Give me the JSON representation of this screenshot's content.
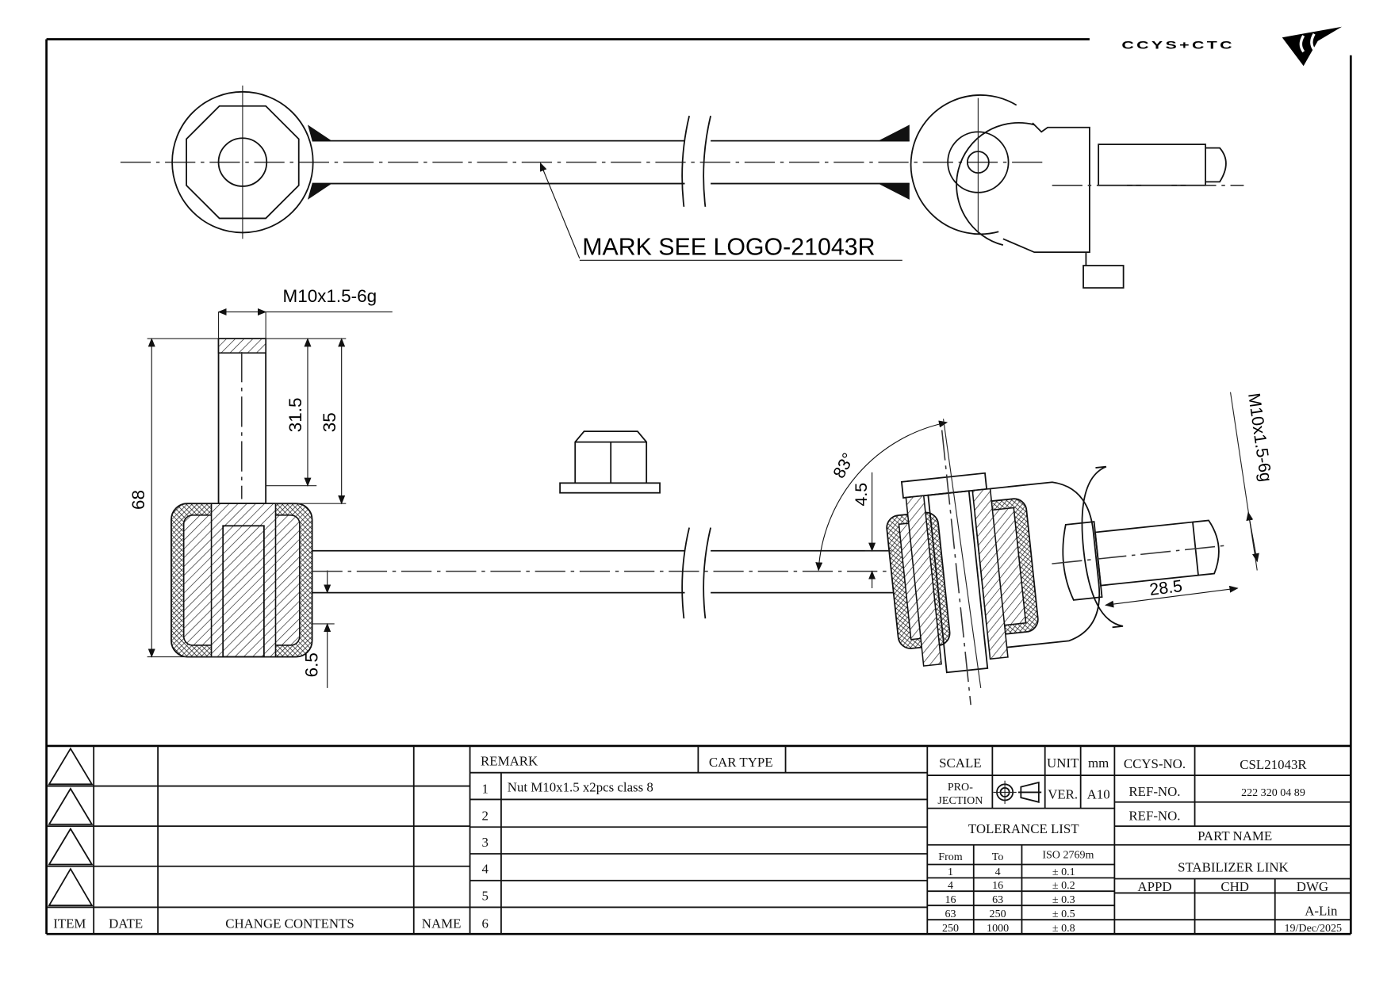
{
  "logo": {
    "text": "CCYS+CTC"
  },
  "drawing": {
    "mark_note": "MARK SEE LOGO-21043R",
    "left_thread": "M10x1.5-6g",
    "dim_31_5": "31.5",
    "dim_35": "35",
    "dim_68": "68",
    "dim_6_5": "6.5",
    "angle": "83°",
    "dim_4_5": "4.5",
    "right_thread": "M10x1.5-6g",
    "dim_28_5": "28.5"
  },
  "revisions": {
    "headers": {
      "item": "ITEM",
      "date": "DATE",
      "contents": "CHANGE CONTENTS",
      "name": "NAME"
    }
  },
  "remarks": {
    "header": "REMARK",
    "car_type_label": "CAR TYPE",
    "car_type_value": "",
    "rows": [
      {
        "num": "1",
        "text": "Nut M10x1.5 x2pcs class 8"
      },
      {
        "num": "2",
        "text": ""
      },
      {
        "num": "3",
        "text": ""
      },
      {
        "num": "4",
        "text": ""
      },
      {
        "num": "5",
        "text": ""
      },
      {
        "num": "6",
        "text": ""
      }
    ]
  },
  "spec": {
    "scale_label": "SCALE",
    "scale_value": "",
    "unit_label": "UNIT",
    "unit_value": "mm",
    "projection_label_1": "PRO-",
    "projection_label_2": "JECTION",
    "ver_label": "VER.",
    "ver_value": "A10"
  },
  "tolerance": {
    "title": "TOLERANCE LIST",
    "headers": {
      "from": "From",
      "to": "To",
      "std": "ISO 2769m"
    },
    "rows": [
      {
        "from": "1",
        "to": "4",
        "tol": "± 0.1"
      },
      {
        "from": "4",
        "to": "16",
        "tol": "± 0.2"
      },
      {
        "from": "16",
        "to": "63",
        "tol": "± 0.3"
      },
      {
        "from": "63",
        "to": "250",
        "tol": "± 0.5"
      },
      {
        "from": "250",
        "to": "1000",
        "tol": "± 0.8"
      }
    ]
  },
  "title_block": {
    "ccys_label": "CCYS-NO.",
    "ccys_value": "CSL21043R",
    "ref1_label": "REF-NO.",
    "ref1_value": "222 320 04 89",
    "ref2_label": "REF-NO.",
    "ref2_value": "",
    "part_name_label": "PART NAME",
    "part_name": "STABILIZER LINK",
    "appd_label": "APPD",
    "chd_label": "CHD",
    "dwg_label": "DWG",
    "dwg_value": "A-Lin",
    "date": "19/Dec/2025"
  }
}
